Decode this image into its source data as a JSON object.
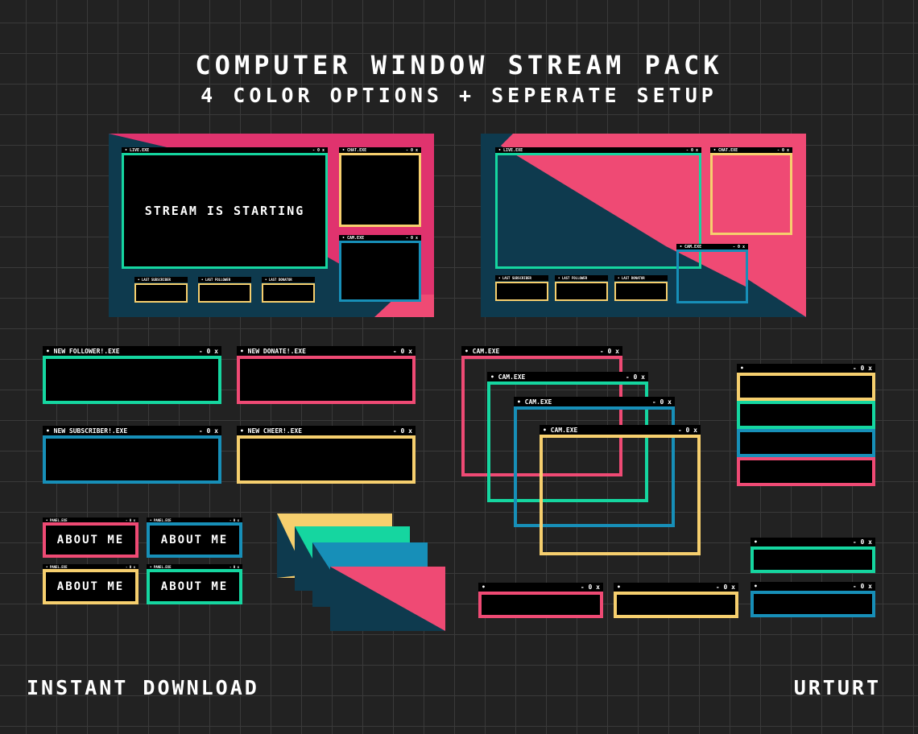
{
  "header": {
    "title": "COMPUTER WINDOW STREAM PACK",
    "subtitle": "4 COLOR OPTIONS + SEPERATE SETUP"
  },
  "footer": {
    "left": "INSTANT DOWNLOAD",
    "right": "URTURT"
  },
  "controls": "- 0 x",
  "bullet": "•",
  "layout1": {
    "live_title": "• LIVE.EXE",
    "live_text": "STREAM IS STARTING",
    "chat_title": "• CHAT.EXE",
    "cam_title": "• CAM.EXE",
    "last_subscriber": "• LAST SUBSCRIBER",
    "last_follower": "• LAST FOLLOWER",
    "last_donator": "• LAST DONATOR"
  },
  "layout2": {
    "live_title": "• LIVE.EXE",
    "chat_title": "• CHAT.EXE",
    "cam_title": "• CAM.EXE",
    "last_subscriber": "• LAST SUBSCRIBER",
    "last_follower": "• LAST FOLLOWER",
    "last_donator": "• LAST DONATOR"
  },
  "alerts": {
    "new_follower": "• NEW FOLLOWER!.EXE",
    "new_donate": "• NEW DONATE!.EXE",
    "new_subscriber": "• NEW SUBSCRIBER!.EXE",
    "new_cheer": "• NEW CHEER!.EXE"
  },
  "cams": {
    "title": "• CAM.EXE"
  },
  "panels": {
    "title": "• PANEL.EXE",
    "label": "ABOUT ME"
  },
  "colors": {
    "green": "#15d6a0",
    "pink": "#ef4a74",
    "blue": "#178fb8",
    "yellow": "#f6cf6e",
    "navy": "#0e3a4e",
    "magenta": "#e0336e"
  }
}
